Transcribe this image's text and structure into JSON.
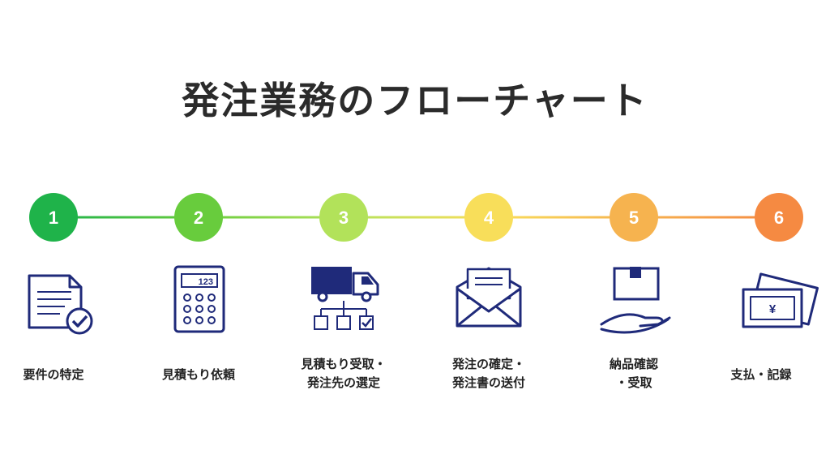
{
  "title": "発注業務のフローチャート",
  "colors": {
    "step1": "#1fb34a",
    "step2": "#68cc3d",
    "step3": "#b2e25a",
    "step4": "#f8de5a",
    "step5": "#f6b34f",
    "step6": "#f58a42",
    "icon": "#1f2a7a"
  },
  "steps": [
    {
      "number": "1",
      "label_line1": "要件の特定",
      "label_line2": "",
      "icon": "document-check-icon"
    },
    {
      "number": "2",
      "label_line1": "見積もり依頼",
      "label_line2": "",
      "icon": "calculator-icon"
    },
    {
      "number": "3",
      "label_line1": "見積もり受取・",
      "label_line2": "発注先の選定",
      "icon": "truck-selection-icon"
    },
    {
      "number": "4",
      "label_line1": "発注の確定・",
      "label_line2": "発注書の送付",
      "icon": "envelope-letter-icon"
    },
    {
      "number": "5",
      "label_line1": "納品確認",
      "label_line2": "・受取",
      "icon": "box-hand-icon"
    },
    {
      "number": "6",
      "label_line1": "支払・記録",
      "label_line2": "",
      "icon": "yen-bills-icon"
    }
  ],
  "calculator_display": "123",
  "currency_symbol": "¥"
}
